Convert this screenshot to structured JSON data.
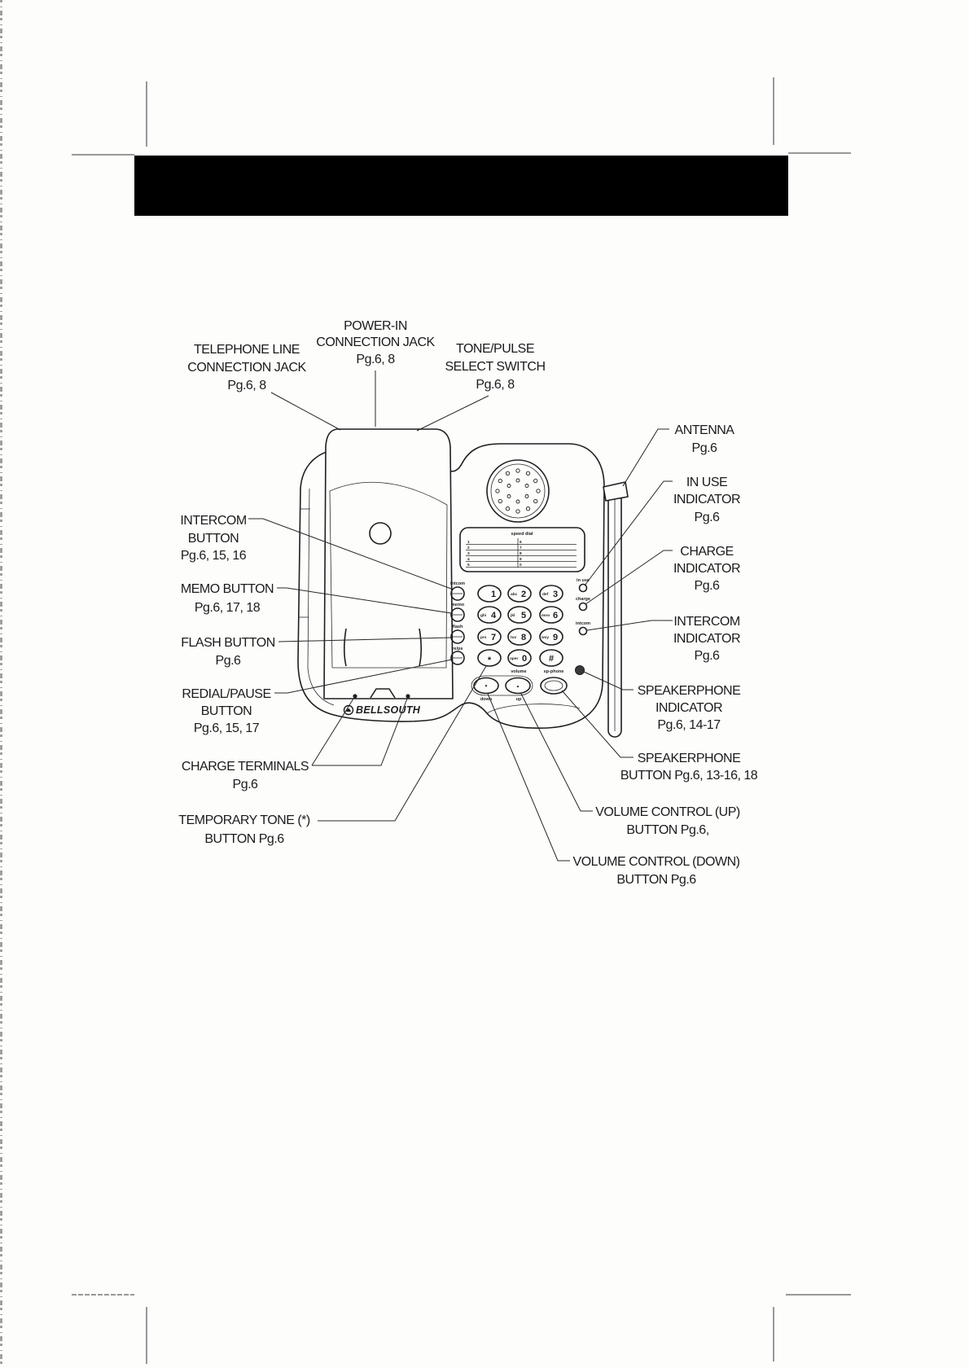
{
  "page": {
    "background": "#fdfdfc",
    "ink": "#1e1e1e"
  },
  "header_bar": {
    "color": "#000000"
  },
  "callouts": {
    "power_in_jack": [
      "POWER-IN",
      "CONNECTION JACK",
      "Pg.6, 8"
    ],
    "telephone_line_jack": [
      "TELEPHONE LINE",
      "CONNECTION JACK",
      "Pg.6, 8"
    ],
    "tone_pulse_switch": [
      "TONE/PULSE",
      "SELECT SWITCH",
      "Pg.6, 8"
    ],
    "antenna": [
      "ANTENNA",
      "Pg.6"
    ],
    "in_use_indicator": [
      "IN USE",
      "INDICATOR",
      "Pg.6"
    ],
    "charge_indicator": [
      "CHARGE",
      "INDICATOR",
      "Pg.6"
    ],
    "intercom_indicator": [
      "INTERCOM",
      "INDICATOR",
      "Pg.6"
    ],
    "speakerphone_indicator": [
      "SPEAKERPHONE",
      "INDICATOR",
      "Pg.6, 14-17"
    ],
    "speakerphone_button": [
      "SPEAKERPHONE",
      "BUTTON Pg.6, 13-16, 18"
    ],
    "volume_up_button": [
      "VOLUME CONTROL (UP)",
      "BUTTON Pg.6,"
    ],
    "volume_down_button": [
      "VOLUME CONTROL (DOWN)",
      "BUTTON Pg.6"
    ],
    "intercom_button": [
      "INTERCOM",
      "BUTTON",
      "Pg.6, 15, 16"
    ],
    "memo_button": [
      "MEMO BUTTON",
      "Pg.6, 17, 18"
    ],
    "flash_button": [
      "FLASH BUTTON",
      "Pg.6"
    ],
    "redial_pause_button": [
      "REDIAL/PAUSE",
      "BUTTON",
      "Pg.6, 15, 17"
    ],
    "charge_terminals": [
      "CHARGE TERMINALS",
      "Pg.6"
    ],
    "temporary_tone_button": [
      "TEMPORARY TONE (*)",
      "BUTTON Pg.6"
    ]
  },
  "phone": {
    "brand": "BELLSOUTH",
    "speed_dial": {
      "title": "speed dial",
      "left": [
        "1",
        "2",
        "3",
        "4",
        "5"
      ],
      "right": [
        "6",
        "7",
        "8",
        "9",
        "0"
      ]
    },
    "function_labels": {
      "intcom": "intcom",
      "memo": "memo",
      "flash": "flash",
      "redial": "re/ps"
    },
    "indicator_labels": {
      "in_use": "in use",
      "charge": "charge",
      "intcom": "intcom"
    },
    "keys": [
      {
        "digit": "1"
      },
      {
        "letters": "abc",
        "digit": "2"
      },
      {
        "letters": "def",
        "digit": "3"
      },
      {
        "letters": "ghi",
        "digit": "4"
      },
      {
        "letters": "jkl",
        "digit": "5"
      },
      {
        "letters": "mno",
        "digit": "6"
      },
      {
        "letters": "prs",
        "digit": "7"
      },
      {
        "letters": "tuv",
        "digit": "8"
      },
      {
        "letters": "wxy",
        "digit": "9"
      },
      {
        "digit": "*"
      },
      {
        "letters": "oper",
        "digit": "0"
      },
      {
        "digit": "#"
      }
    ],
    "volume_label": "volume",
    "speakerphone_label": "sp-phone",
    "volume_down": {
      "label": "down",
      "glyph": "▼"
    },
    "volume_up": {
      "label": "up",
      "glyph": "▲"
    }
  }
}
